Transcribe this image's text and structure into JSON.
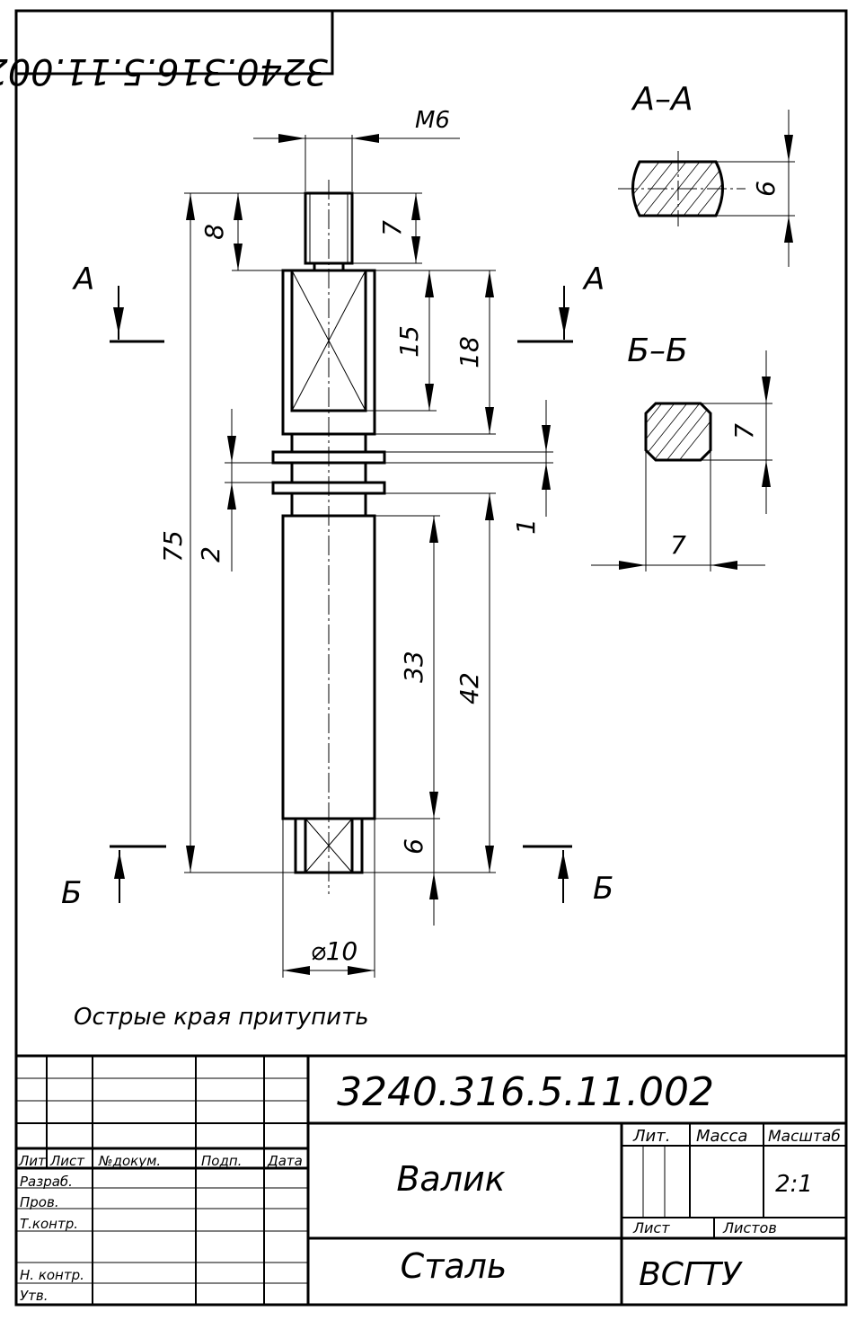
{
  "document": {
    "code": "3240.316.5.11.002",
    "code_mirrored": "3240.316.5.11.002",
    "part_name": "Валик",
    "material": "Сталь",
    "organization": "ВСГТУ",
    "scale": "2:1",
    "note": "Острые края притупить"
  },
  "sections": {
    "aa": {
      "title": "А–А",
      "marker": "А",
      "dim_width": "6"
    },
    "bb": {
      "title": "Б–Б",
      "marker": "Б",
      "dim_height": "7",
      "dim_width": "7"
    }
  },
  "dimensions": {
    "thread": "М6",
    "total_length": "75",
    "thread_length_outer": "8",
    "thread_length_inner": "7",
    "flat_inner": "15",
    "flat_outer": "18",
    "groove_width": "2",
    "collar_width": "1",
    "body_inner": "33",
    "body_outer": "42",
    "end_square": "6",
    "diameter": "⌀10"
  },
  "title_block": {
    "headers": {
      "lit": "Лит",
      "list": "Лист",
      "doc_no": "№докум.",
      "sign": "Подп.",
      "date": "Дата"
    },
    "roles": [
      "Разраб.",
      "Пров.",
      "Т.контр.",
      "Н. контр.",
      "Утв."
    ],
    "cells": {
      "lit_label": "Лит.",
      "mass_label": "Масса",
      "scale_label": "Масштаб",
      "sheet_label": "Лист",
      "sheets_label": "Листов"
    }
  }
}
